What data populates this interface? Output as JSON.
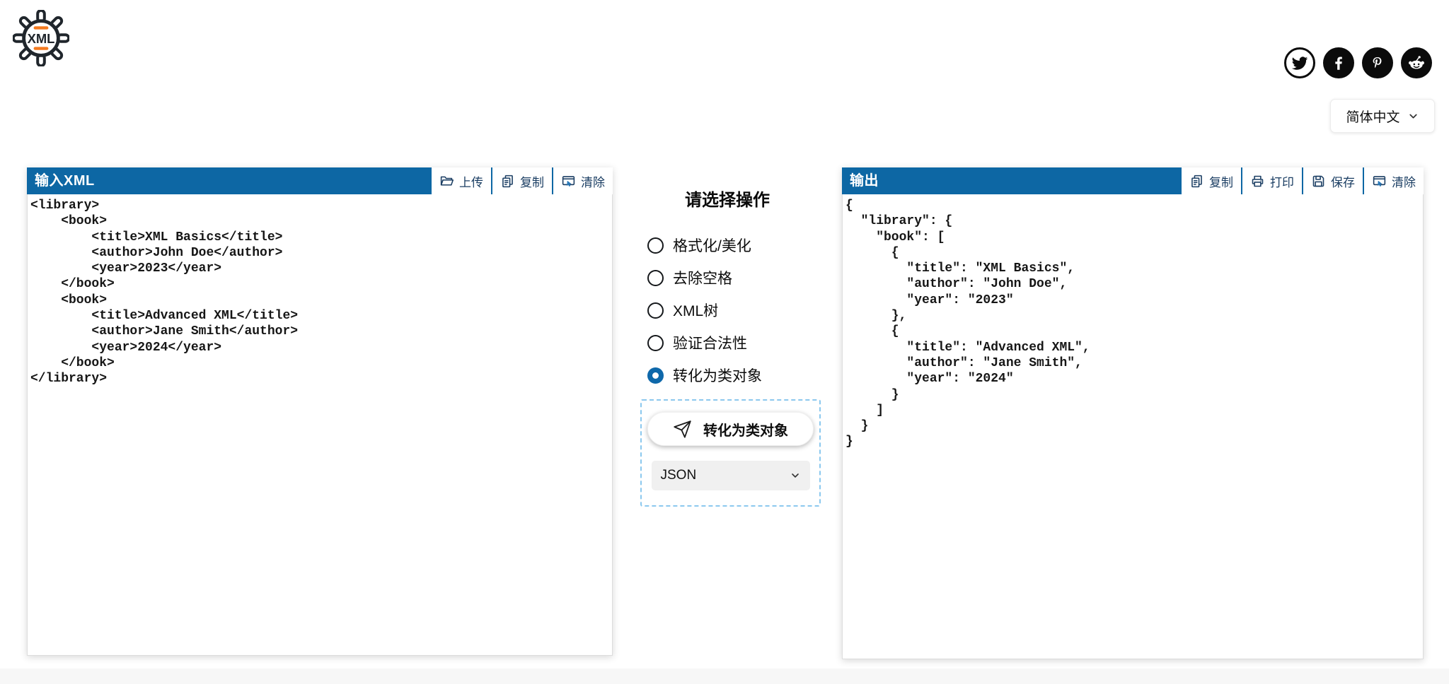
{
  "page": {
    "language_selector": {
      "value": "简体中文"
    },
    "colors": {
      "header_blue": "#0d67a4",
      "logo_orange": "#f47a20",
      "radio_selected_blue": "#0e68aa",
      "dashed_border_blue": "#8bc8ee",
      "tool_text": "#1b3e63"
    }
  },
  "logo": {
    "text": "XML"
  },
  "social": {
    "icons": [
      "twitter",
      "facebook",
      "pinterest",
      "reddit"
    ]
  },
  "input_panel": {
    "title": "输入XML",
    "tools": [
      {
        "label": "上传",
        "icon": "folder-open-icon"
      },
      {
        "label": "复制",
        "icon": "copy-icon"
      },
      {
        "label": "清除",
        "icon": "window-clear-icon"
      }
    ],
    "content": "<library>\n    <book>\n        <title>XML Basics</title>\n        <author>John Doe</author>\n        <year>2023</year>\n    </book>\n    <book>\n        <title>Advanced XML</title>\n        <author>Jane Smith</author>\n        <year>2024</year>\n    </book>\n</library>"
  },
  "operations": {
    "title": "请选择操作",
    "options": [
      {
        "label": "格式化/美化",
        "selected": false
      },
      {
        "label": "去除空格",
        "selected": false
      },
      {
        "label": "XML树",
        "selected": false
      },
      {
        "label": "验证合法性",
        "selected": false
      },
      {
        "label": "转化为类对象",
        "selected": true
      }
    ],
    "convert_button_label": "转化为类对象",
    "format_select": {
      "value": "JSON"
    }
  },
  "output_panel": {
    "title": "输出",
    "tools": [
      {
        "label": "复制",
        "icon": "copy-icon"
      },
      {
        "label": "打印",
        "icon": "printer-icon"
      },
      {
        "label": "保存",
        "icon": "floppy-icon"
      },
      {
        "label": "清除",
        "icon": "window-clear-icon"
      }
    ],
    "content": "{\n  \"library\": {\n    \"book\": [\n      {\n        \"title\": \"XML Basics\",\n        \"author\": \"John Doe\",\n        \"year\": \"2023\"\n      },\n      {\n        \"title\": \"Advanced XML\",\n        \"author\": \"Jane Smith\",\n        \"year\": \"2024\"\n      }\n    ]\n  }\n}"
  }
}
